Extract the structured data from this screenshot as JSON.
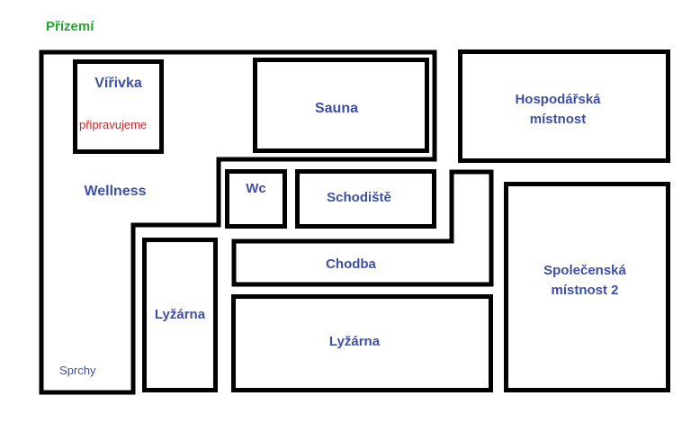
{
  "title": "Přízemí",
  "colors": {
    "title": "#22a62e",
    "label": "#3e4fa6",
    "note": "#c8282c",
    "wall": "#000000"
  },
  "rooms": {
    "virivka": "Vířivka",
    "virivka_note": "připravujeme",
    "sauna": "Sauna",
    "hospodarska": "Hospodářská místnost",
    "wellness": "Wellness",
    "wc": "Wc",
    "schodiste": "Schodiště",
    "chodba": "Chodba",
    "spolecenska": "Společenská místnost 2",
    "lyzarna_small": "Lyžárna",
    "lyzarna_large": "Lyžárna",
    "sprchy": "Sprchy"
  }
}
